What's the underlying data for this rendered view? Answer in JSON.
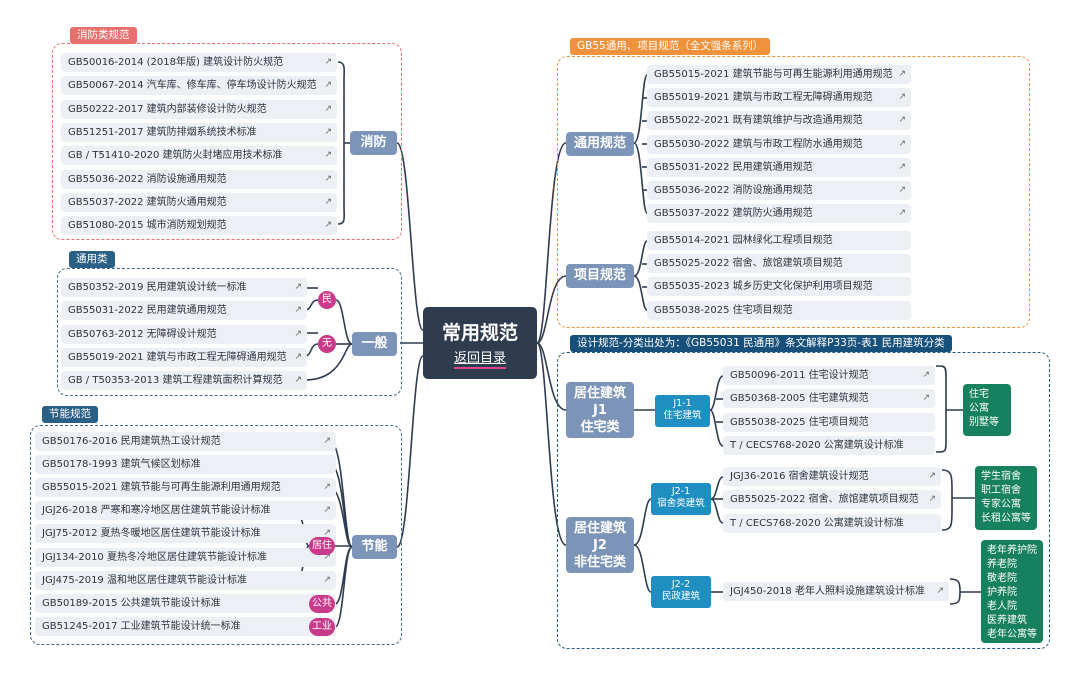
{
  "center": {
    "title": "常用规范",
    "link": "返回目录"
  },
  "fire": {
    "tag": "消防类规范",
    "category": "消防",
    "items": [
      "GB50016-2014 (2018年版) 建筑设计防火规范",
      "GB50067-2014 汽车库、修车库、停车场设计防火规范",
      "GB50222-2017 建筑内部装修设计防火规范",
      "GB51251-2017 建筑防排烟系统技术标准",
      "GB / T51410-2020 建筑防火封堵应用技术标准",
      "GB55036-2022 消防设施通用规范",
      "GB55037-2022 建筑防火通用规范",
      "GB51080-2015 城市消防规划规范"
    ]
  },
  "general": {
    "tag": "通用类",
    "category": "一般",
    "pill_min": "民",
    "pill_wu": "无",
    "items": [
      "GB50352-2019 民用建筑设计统一标准",
      "GB55031-2022 民用建筑通用规范",
      "GB50763-2012 无障碍设计规范",
      "GB55019-2021 建筑与市政工程无障碍通用规范",
      "GB / T50353-2013 建筑工程建筑面积计算规范"
    ]
  },
  "energy": {
    "tag": "节能规范",
    "category": "节能",
    "pill_juzhu": "居住",
    "pill_gonggong": "公共",
    "pill_gongye": "工业",
    "items": [
      "GB50176-2016 民用建筑热工设计规范",
      "GB50178-1993 建筑气候区划标准",
      "GB55015-2021 建筑节能与可再生能源利用通用规范",
      "JGJ26-2018 严寒和寒冷地区居住建筑节能设计标准",
      "JGJ75-2012 夏热冬暖地区居住建筑节能设计标准",
      "JGJ134-2010 夏热冬冷地区居住建筑节能设计标准",
      "JGJ475-2019 温和地区居住建筑节能设计标准",
      "GB50189-2015 公共建筑节能设计标准",
      "GB51245-2017 工业建筑节能设计统一标准"
    ]
  },
  "gb55": {
    "tag": "GB55通用、项目规范（全文强条系列）",
    "cat_general": "通用规范",
    "cat_project": "项目规范",
    "general_items": [
      "GB55015-2021 建筑节能与可再生能源利用通用规范",
      "GB55019-2021 建筑与市政工程无障碍通用规范",
      "GB55022-2021 既有建筑维护与改造通用规范",
      "GB55030-2022 建筑与市政工程防水通用规范",
      "GB55031-2022 民用建筑通用规范",
      "GB55036-2022 消防设施通用规范",
      "GB55037-2022 建筑防火通用规范"
    ],
    "project_items": [
      "GB55014-2021 园林绿化工程项目规范",
      "GB55025-2022 宿舍、旅馆建筑项目规范",
      "GB55035-2023 城乡历史文化保护利用项目规范",
      "GB55038-2025 住宅项目规范"
    ]
  },
  "design": {
    "tag": "设计规范-分类出处为：《GB55031 民通用》条文解释P33页-表1 民用建筑分类",
    "j1": {
      "cat_lines": [
        "居住建筑",
        "J1",
        "住宅类"
      ],
      "sub_lines": [
        "J1-1",
        "住宅建筑"
      ],
      "items": [
        "GB50096-2011 住宅设计规范",
        "GB50368-2005 住宅建筑规范",
        "GB55038-2025 住宅项目规范",
        "T / CECS768-2020 公寓建筑设计标准"
      ],
      "types": [
        "住宅",
        "公寓",
        "别墅等"
      ]
    },
    "j2": {
      "cat_lines": [
        "居住建筑",
        "J2",
        "非住宅类"
      ],
      "sub1_lines": [
        "J2-1",
        "宿舍类建筑"
      ],
      "sub1_items": [
        "JGJ36-2016 宿舍建筑设计规范",
        "GB55025-2022 宿舍、旅馆建筑项目规范",
        "T / CECS768-2020 公寓建筑设计标准"
      ],
      "sub1_types": [
        "学生宿舍",
        "职工宿舍",
        "专家公寓",
        "长租公寓等"
      ],
      "sub2_lines": [
        "J2-2",
        "民政建筑"
      ],
      "sub2_items": [
        "JGJ450-2018 老年人照料设施建筑设计标准"
      ],
      "sub2_types": [
        "老年养护院",
        "养老院",
        "敬老院",
        "护养院",
        "老人院",
        "医养建筑",
        "老年公寓等"
      ]
    }
  },
  "colors": {
    "fire_border": "#e8706c",
    "general_border": "#3b6a8f",
    "gb55_border": "#f0923c",
    "design_border": "#1f5a85",
    "category": "#7b94b8",
    "center": "#2f3b4f",
    "pill": "#c83a8a",
    "sub": "#1e8fc0",
    "type_box": "#17805f"
  },
  "icons": {
    "link": "external-link-icon"
  }
}
